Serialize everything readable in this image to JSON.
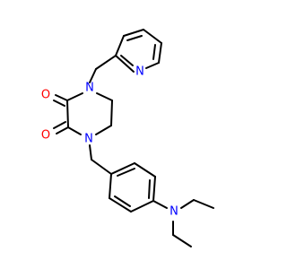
{
  "atoms": {
    "n_pyridine": {
      "text": "N",
      "color": "#0000ff"
    },
    "n_upper": {
      "text": "N",
      "color": "#0000ff"
    },
    "n_lower": {
      "text": "N",
      "color": "#0000ff"
    },
    "n_amine": {
      "text": "N",
      "color": "#0000ff"
    },
    "o_upper": {
      "text": "O",
      "color": "#ff0000"
    },
    "o_lower": {
      "text": "O",
      "color": "#ff0000"
    }
  },
  "colors": {
    "bond": "#000000",
    "background": "#ffffff"
  }
}
